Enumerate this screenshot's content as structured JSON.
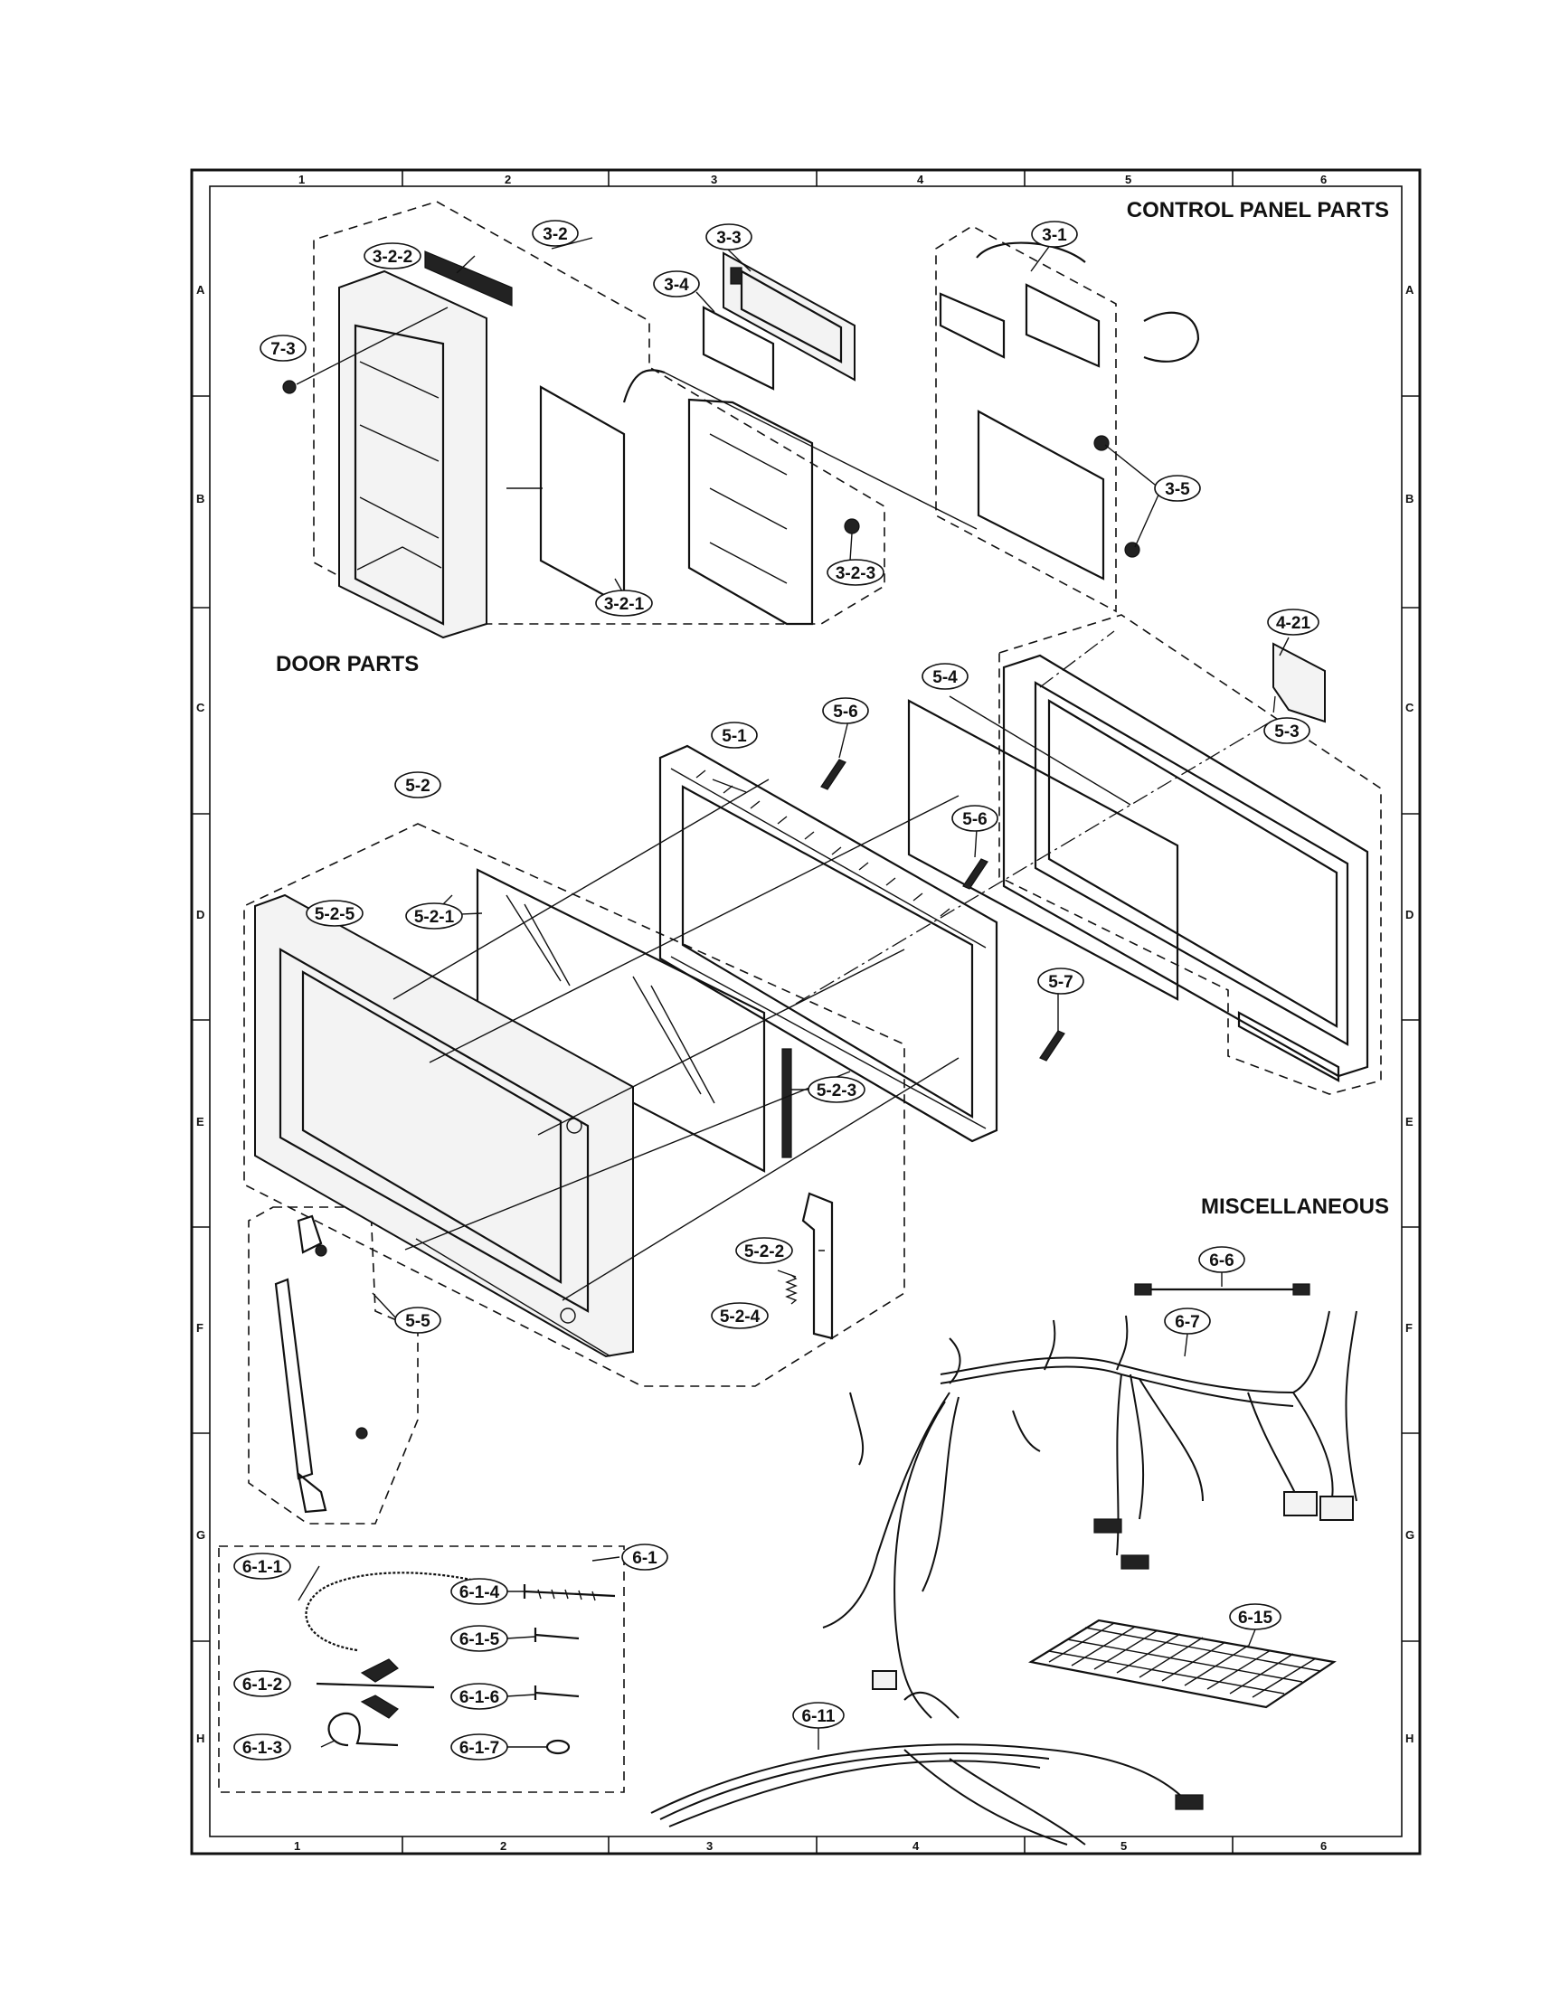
{
  "sections": {
    "control_panel": "CONTROL PANEL PARTS",
    "door": "DOOR PARTS",
    "misc": "MISCELLANEOUS"
  },
  "grid": {
    "columns": [
      "1",
      "2",
      "3",
      "4",
      "5",
      "6"
    ],
    "rows": [
      "A",
      "B",
      "C",
      "D",
      "E",
      "F",
      "G",
      "H"
    ]
  },
  "callouts": {
    "c_3_2_2": "3-2-2",
    "c_3_2": "3-2",
    "c_3_3": "3-3",
    "c_3_4": "3-4",
    "c_3_1": "3-1",
    "c_7_3": "7-3",
    "c_3_5": "3-5",
    "c_3_2_3": "3-2-3",
    "c_3_2_1": "3-2-1",
    "c_4_21": "4-21",
    "c_5_4": "5-4",
    "c_5_6a": "5-6",
    "c_5_1": "5-1",
    "c_5_3": "5-3",
    "c_5_2": "5-2",
    "c_5_6b": "5-6",
    "c_5_2_5": "5-2-5",
    "c_5_2_1": "5-2-1",
    "c_5_7": "5-7",
    "c_5_2_3": "5-2-3",
    "c_5_2_2": "5-2-2",
    "c_5_2_4": "5-2-4",
    "c_5_5": "5-5",
    "c_6_6": "6-6",
    "c_6_7": "6-7",
    "c_6_1": "6-1",
    "c_6_1_1": "6-1-1",
    "c_6_1_4": "6-1-4",
    "c_6_1_5": "6-1-5",
    "c_6_1_2": "6-1-2",
    "c_6_1_6": "6-1-6",
    "c_6_1_3": "6-1-3",
    "c_6_1_7": "6-1-7",
    "c_6_15": "6-15",
    "c_6_11": "6-11"
  }
}
